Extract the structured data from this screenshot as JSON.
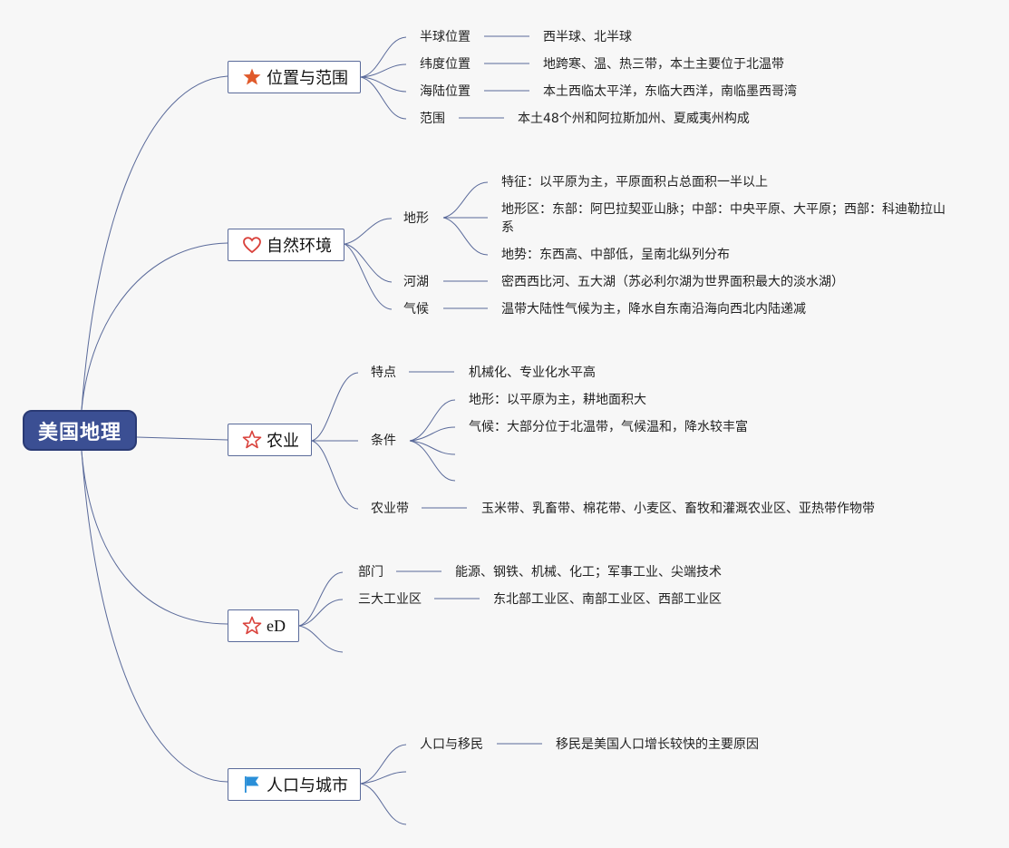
{
  "root": "美国地理",
  "colors": {
    "root_fill": "#3b4f93",
    "line": "#5a6a9a",
    "star_filled": "#e05a2b",
    "star_outline": "#d9413b",
    "heart": "#d9413b",
    "flag": "#2a8fd8"
  },
  "branches": [
    {
      "label": "位置与范围",
      "icon": "star-filled-icon",
      "children": [
        {
          "label": "半球位置",
          "detail": "西半球、北半球"
        },
        {
          "label": "纬度位置",
          "detail": "地跨寒、温、热三带，本土主要位于北温带"
        },
        {
          "label": "海陆位置",
          "detail": "本土西临太平洋，东临大西洋，南临墨西哥湾"
        },
        {
          "label": "范围",
          "detail": "本土48个州和阿拉斯加州、夏威夷州构成"
        }
      ]
    },
    {
      "label": "自然环境",
      "icon": "heart-icon",
      "children": [
        {
          "label": "地形",
          "details": [
            "特征：以平原为主，平原面积占总面积一半以上",
            "地形区：东部：阿巴拉契亚山脉；中部：中央平原、大平原；西部：科迪勒拉山系",
            "地势：东西高、中部低，呈南北纵列分布"
          ]
        },
        {
          "label": "河湖",
          "detail": "密西西比河、五大湖（苏必利尔湖为世界面积最大的淡水湖）"
        },
        {
          "label": "气候",
          "detail": "温带大陆性气候为主，降水自东南沿海向西北内陆递减"
        }
      ]
    },
    {
      "label": "农业",
      "icon": "star-outline-icon",
      "children": [
        {
          "label": "特点",
          "detail": "机械化、专业化水平高"
        },
        {
          "label": "条件",
          "details": [
            "地形：以平原为主，耕地面积大",
            "气候：大部分位于北温带，气候温和，降水较丰富"
          ]
        },
        {
          "label": "农业带",
          "detail": "玉米带、乳畜带、棉花带、小麦区、畜牧和灌溉农业区、亚热带作物带"
        }
      ]
    },
    {
      "label": "eD",
      "icon": "star-outline-icon",
      "children": [
        {
          "label": "部门",
          "detail": "能源、钢铁、机械、化工；军事工业、尖端技术"
        },
        {
          "label": "三大工业区",
          "detail": "东北部工业区、南部工业区、西部工业区"
        }
      ]
    },
    {
      "label": "人口与城市",
      "icon": "flag-icon",
      "children": [
        {
          "label": "人口与移民",
          "detail": "移民是美国人口增长较快的主要原因"
        }
      ]
    }
  ]
}
